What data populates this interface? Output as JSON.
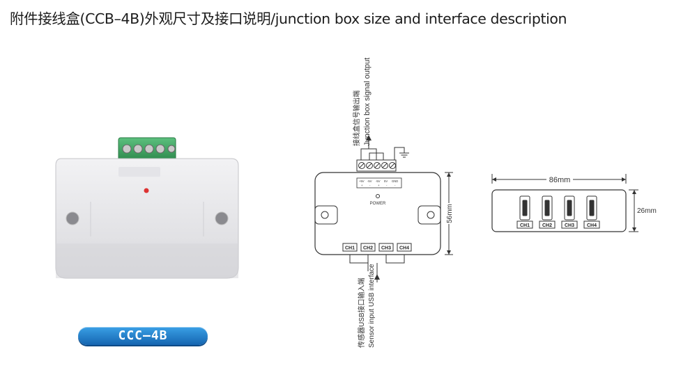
{
  "header": {
    "title": "附件接线盒(CCB–4B)外观尺寸及接口说明/junction box  size and interface description"
  },
  "photo": {
    "model_label": "CCC–4B"
  },
  "front_view": {
    "signal_output_cn": "接线盒信号输出端",
    "signal_output_en": "Junction box signal output",
    "terminal_labels": [
      "+5V",
      "-5V",
      "-5V",
      "5V",
      "GND"
    ],
    "terminal_sub_labels": [
      "+",
      "-",
      "+",
      "-",
      "-"
    ],
    "power_label": "POWER",
    "height_dim": "56mm",
    "channels": [
      "CH1",
      "CH2",
      "CH3",
      "CH4"
    ],
    "sensor_input_cn": "传感器USB接口输入端",
    "sensor_input_en": "Sensor input USB interface"
  },
  "side_view": {
    "width_dim": "86mm",
    "height_dim": "26mm",
    "channels": [
      "CH1",
      "CH2",
      "CH3",
      "CH4"
    ]
  },
  "colors": {
    "pill_blue": "#1a6fbf",
    "terminal_green": "#3a9a5a",
    "line_dark": "#333333"
  }
}
